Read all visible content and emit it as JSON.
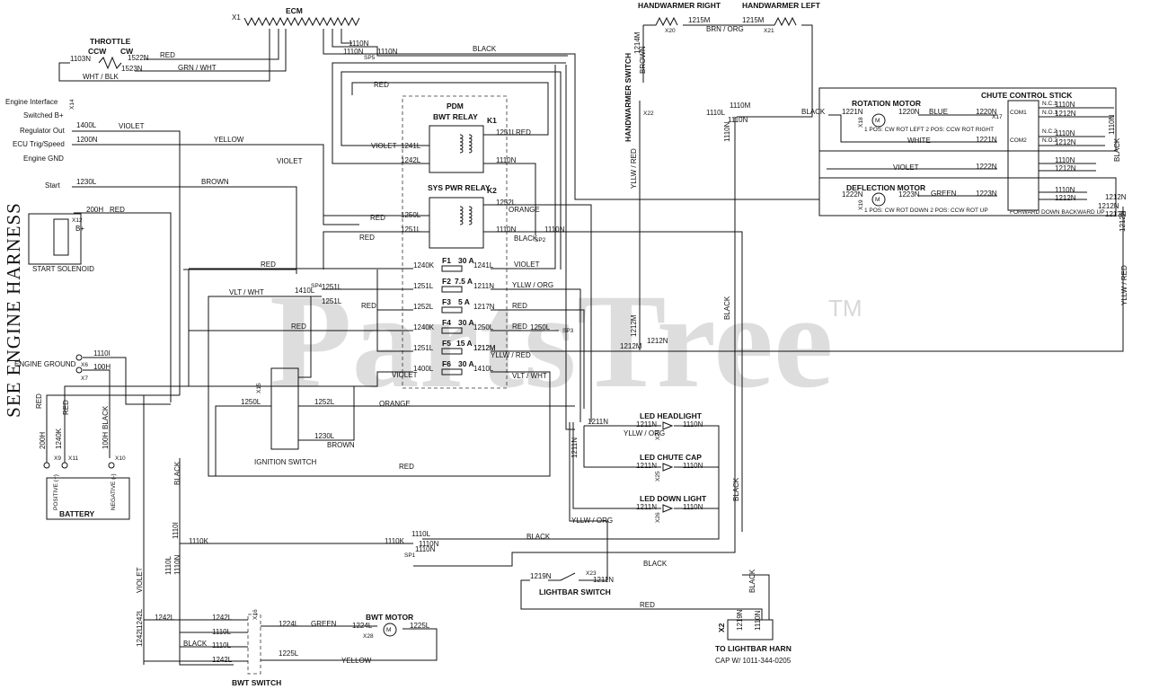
{
  "side_label": "SEE ENGINE HARNESS",
  "watermark": "PartsTree",
  "trademark": "TM",
  "components": {
    "ecm": "ECM",
    "throttle": "THROTTLE",
    "ccw": "CCW",
    "cw": "CW",
    "pdm": "PDM",
    "k1": "K1",
    "bwt_relay": "BWT RELAY",
    "sys_relay": "SYS  PWR RELAY",
    "k2": "K2",
    "hw_right": "HANDWARMER RIGHT",
    "hw_left": "HANDWARMER LEFT",
    "hw_switch": "HANDWARMER SWITCH",
    "chute_stick": "CHUTE CONTROL STICK",
    "rot_motor": "ROTATION MOTOR",
    "defl_motor": "DEFLECTION MOTOR",
    "start_solenoid": "START SOLENOID",
    "engine_ground": "ENGINE GROUND",
    "battery": "BATTERY",
    "ign_switch": "IGNITION SWITCH",
    "led_head": "LED HEADLIGHT",
    "led_chute": "LED CHUTE CAP",
    "led_down": "LED DOWN LIGHT",
    "lightbar_switch": "LIGHTBAR SWITCH",
    "bwt_motor": "BWT MOTOR",
    "bwt_switch": "BWT SWITCH",
    "lightbar_harn": "TO LIGHTBAR HARN",
    "cap": "CAP W/ 1011-344-0205",
    "b_plus": "B+"
  },
  "engine_interface": [
    "Engine Interface",
    "Switched B+",
    "Regulator Out",
    "ECU Trig/Speed",
    "Engine GND",
    "Start"
  ],
  "fuses": [
    {
      "name": "F1",
      "amp": "30 A",
      "in": "1240K",
      "out": "1241L"
    },
    {
      "name": "F2",
      "amp": "7.5 A",
      "in": "1251L",
      "out": "1211N"
    },
    {
      "name": "F3",
      "amp": "5 A",
      "in": "1252L",
      "out": "1217N"
    },
    {
      "name": "F4",
      "amp": "30 A",
      "in": "1240K",
      "out": "1250L"
    },
    {
      "name": "F5",
      "amp": "15 A",
      "in": "1251L",
      "out": "1212M"
    },
    {
      "name": "F6",
      "amp": "30 A",
      "in": "1400L",
      "out": "1410L"
    }
  ],
  "wire_labels": {
    "red": "RED",
    "black": "BLACK",
    "violet": "VIOLET",
    "yellow": "YELLOW",
    "brown": "BROWN",
    "orange": "ORANGE",
    "green": "GREEN",
    "blue": "BLUE",
    "white": "WHITE",
    "grn_wht": "GRN / WHT",
    "wht_blk": "WHT / BLK",
    "brn_org": "BRN / ORG",
    "vlt_wht": "VLT / WHT",
    "yllw_org": "YLLW / ORG",
    "yllw_red": "YLLW / RED",
    "brown_v": "BROWN"
  },
  "circuits": {
    "c1103N": "1103N",
    "c1522N": "1522N",
    "c1523N": "1523N",
    "c1110N": "1110N",
    "c1110L": "1110L",
    "c1110M": "1110M",
    "c1110K": "1110K",
    "c1110I": "1110I",
    "c1400L": "1400L",
    "c1200N": "1200N",
    "c1230L": "1230L",
    "c200H": "200H",
    "c100H": "100H",
    "c1240K": "1240K",
    "c1241L": "1241L",
    "c1242L": "1242L",
    "c1250L": "1250L",
    "c1251L": "1251L",
    "c1252L": "1252L",
    "c1410L": "1410L",
    "c1211N": "1211N",
    "c1212M": "1212M",
    "c1212N": "1212N",
    "c1213N": "1213N",
    "c1214M": "1214M",
    "c1215M": "1215M",
    "c1219N": "1219N",
    "c1220N": "1220N",
    "c1221N": "1221N",
    "c1222N": "1222N",
    "c1223N": "1223N",
    "c1224L": "1224L",
    "c1225L": "1225L",
    "c1217N": "1217N"
  },
  "connectors": {
    "x1": "X1",
    "x2": "X2",
    "x6": "X6",
    "x7": "X7",
    "x9": "X9",
    "x10": "X10",
    "x11": "X11",
    "x12": "X12",
    "x14": "X14",
    "x15": "X15",
    "x16": "X16",
    "x17": "X17",
    "x18": "X18",
    "x19": "X19",
    "x20": "X20",
    "x21": "X21",
    "x22": "X22",
    "x23": "X23",
    "x24": "X24",
    "x25": "X25",
    "x26": "X26",
    "x28": "X28",
    "sp1": "SP1",
    "sp2": "SP2",
    "sp3": "SP3",
    "sp4": "SP4",
    "sp5": "SP5"
  },
  "switch_notes": {
    "rot_note": "1 POS: CW ROT LEFT  2 POS: CCW ROT RIGHT",
    "defl_note": "1 POS: CW ROT DOWN  2 POS: CCW ROT UP",
    "stick_note": "FORWARD DOWN  BACKWARD UP",
    "nc1": "N.C.1",
    "no1": "N.O.1",
    "com1": "COM1",
    "nc2": "N.C.2",
    "no2": "N.O.2",
    "com2": "COM2"
  },
  "battery_terms": {
    "pos": "POSITIVE (+)",
    "neg": "NEGATIVE (-)"
  }
}
